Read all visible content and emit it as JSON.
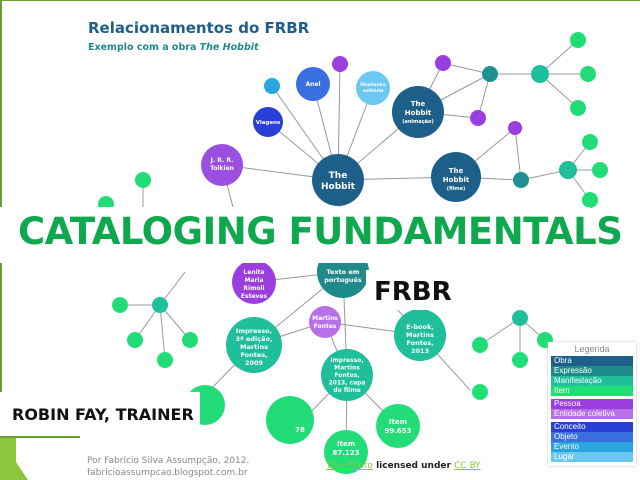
{
  "slide": {
    "title": "CATALOGING FUNDAMENTALS",
    "subtitle": "FRBR",
    "presenter": "ROBIN FAY, TRAINER"
  },
  "diagram": {
    "heading": "Relacionamentos do FRBR",
    "subheading_prefix": "Exemplo com a obra ",
    "subheading_work": "The Hobbit",
    "nodes": {
      "anel": "Anel",
      "montanha": [
        "Montanha",
        "solitária"
      ],
      "viagens": "Viagens",
      "tolkien": [
        "J. R. R.",
        "Tolkien"
      ],
      "hobbit": [
        "The",
        "Hobbit"
      ],
      "animacao": [
        "The",
        "Hobbit",
        "(animação)"
      ],
      "filme": [
        "The",
        "Hobbit",
        "(filme)"
      ],
      "texto": [
        "Texto em",
        "português"
      ],
      "lenita": [
        "Lenita",
        "Maria",
        "Rimoli",
        "Esteves"
      ],
      "martins": [
        "Martins",
        "Fontes"
      ],
      "impresso3": [
        "Impresso,",
        "3ª edição,",
        "Martins",
        "Fontes,",
        "2009"
      ],
      "ebook": [
        "E-book,",
        "Martins",
        "Fontes,",
        "2013"
      ],
      "impresso2013": [
        "Impresso,",
        "Martins",
        "Fontes,",
        "2013, capa",
        "do filme"
      ],
      "item1": [
        "Item",
        "99.653"
      ],
      "item2": [
        "Item",
        "87.123"
      ],
      "item3": "78"
    },
    "credit_line1": "Por Fabrício Silva Assumpção, 2012.",
    "credit_line2": "fabricioassumpcao.blogspot.com.br"
  },
  "legend": {
    "title": "Legenda",
    "groups": [
      [
        {
          "label": "Obra",
          "color": "#1e5f8a"
        },
        {
          "label": "Expressão",
          "color": "#1e8a8a"
        },
        {
          "label": "Manifestação",
          "color": "#1ebf9a"
        },
        {
          "label": "Item",
          "color": "#22dd77"
        }
      ],
      [
        {
          "label": "Pessoa",
          "color": "#9a3ee0"
        },
        {
          "label": "Entidade coletiva",
          "color": "#b870e8"
        }
      ],
      [
        {
          "label": "Conceito",
          "color": "#2a3fd8"
        },
        {
          "label": "Objeto",
          "color": "#3a6fe0"
        },
        {
          "label": "Evento",
          "color": "#2aa5e0"
        },
        {
          "label": "Lugar",
          "color": "#6cc8f0"
        }
      ]
    ]
  },
  "license": {
    "link_text": "This Photo",
    "middle": " licensed under ",
    "cc_text": "CC BY"
  }
}
